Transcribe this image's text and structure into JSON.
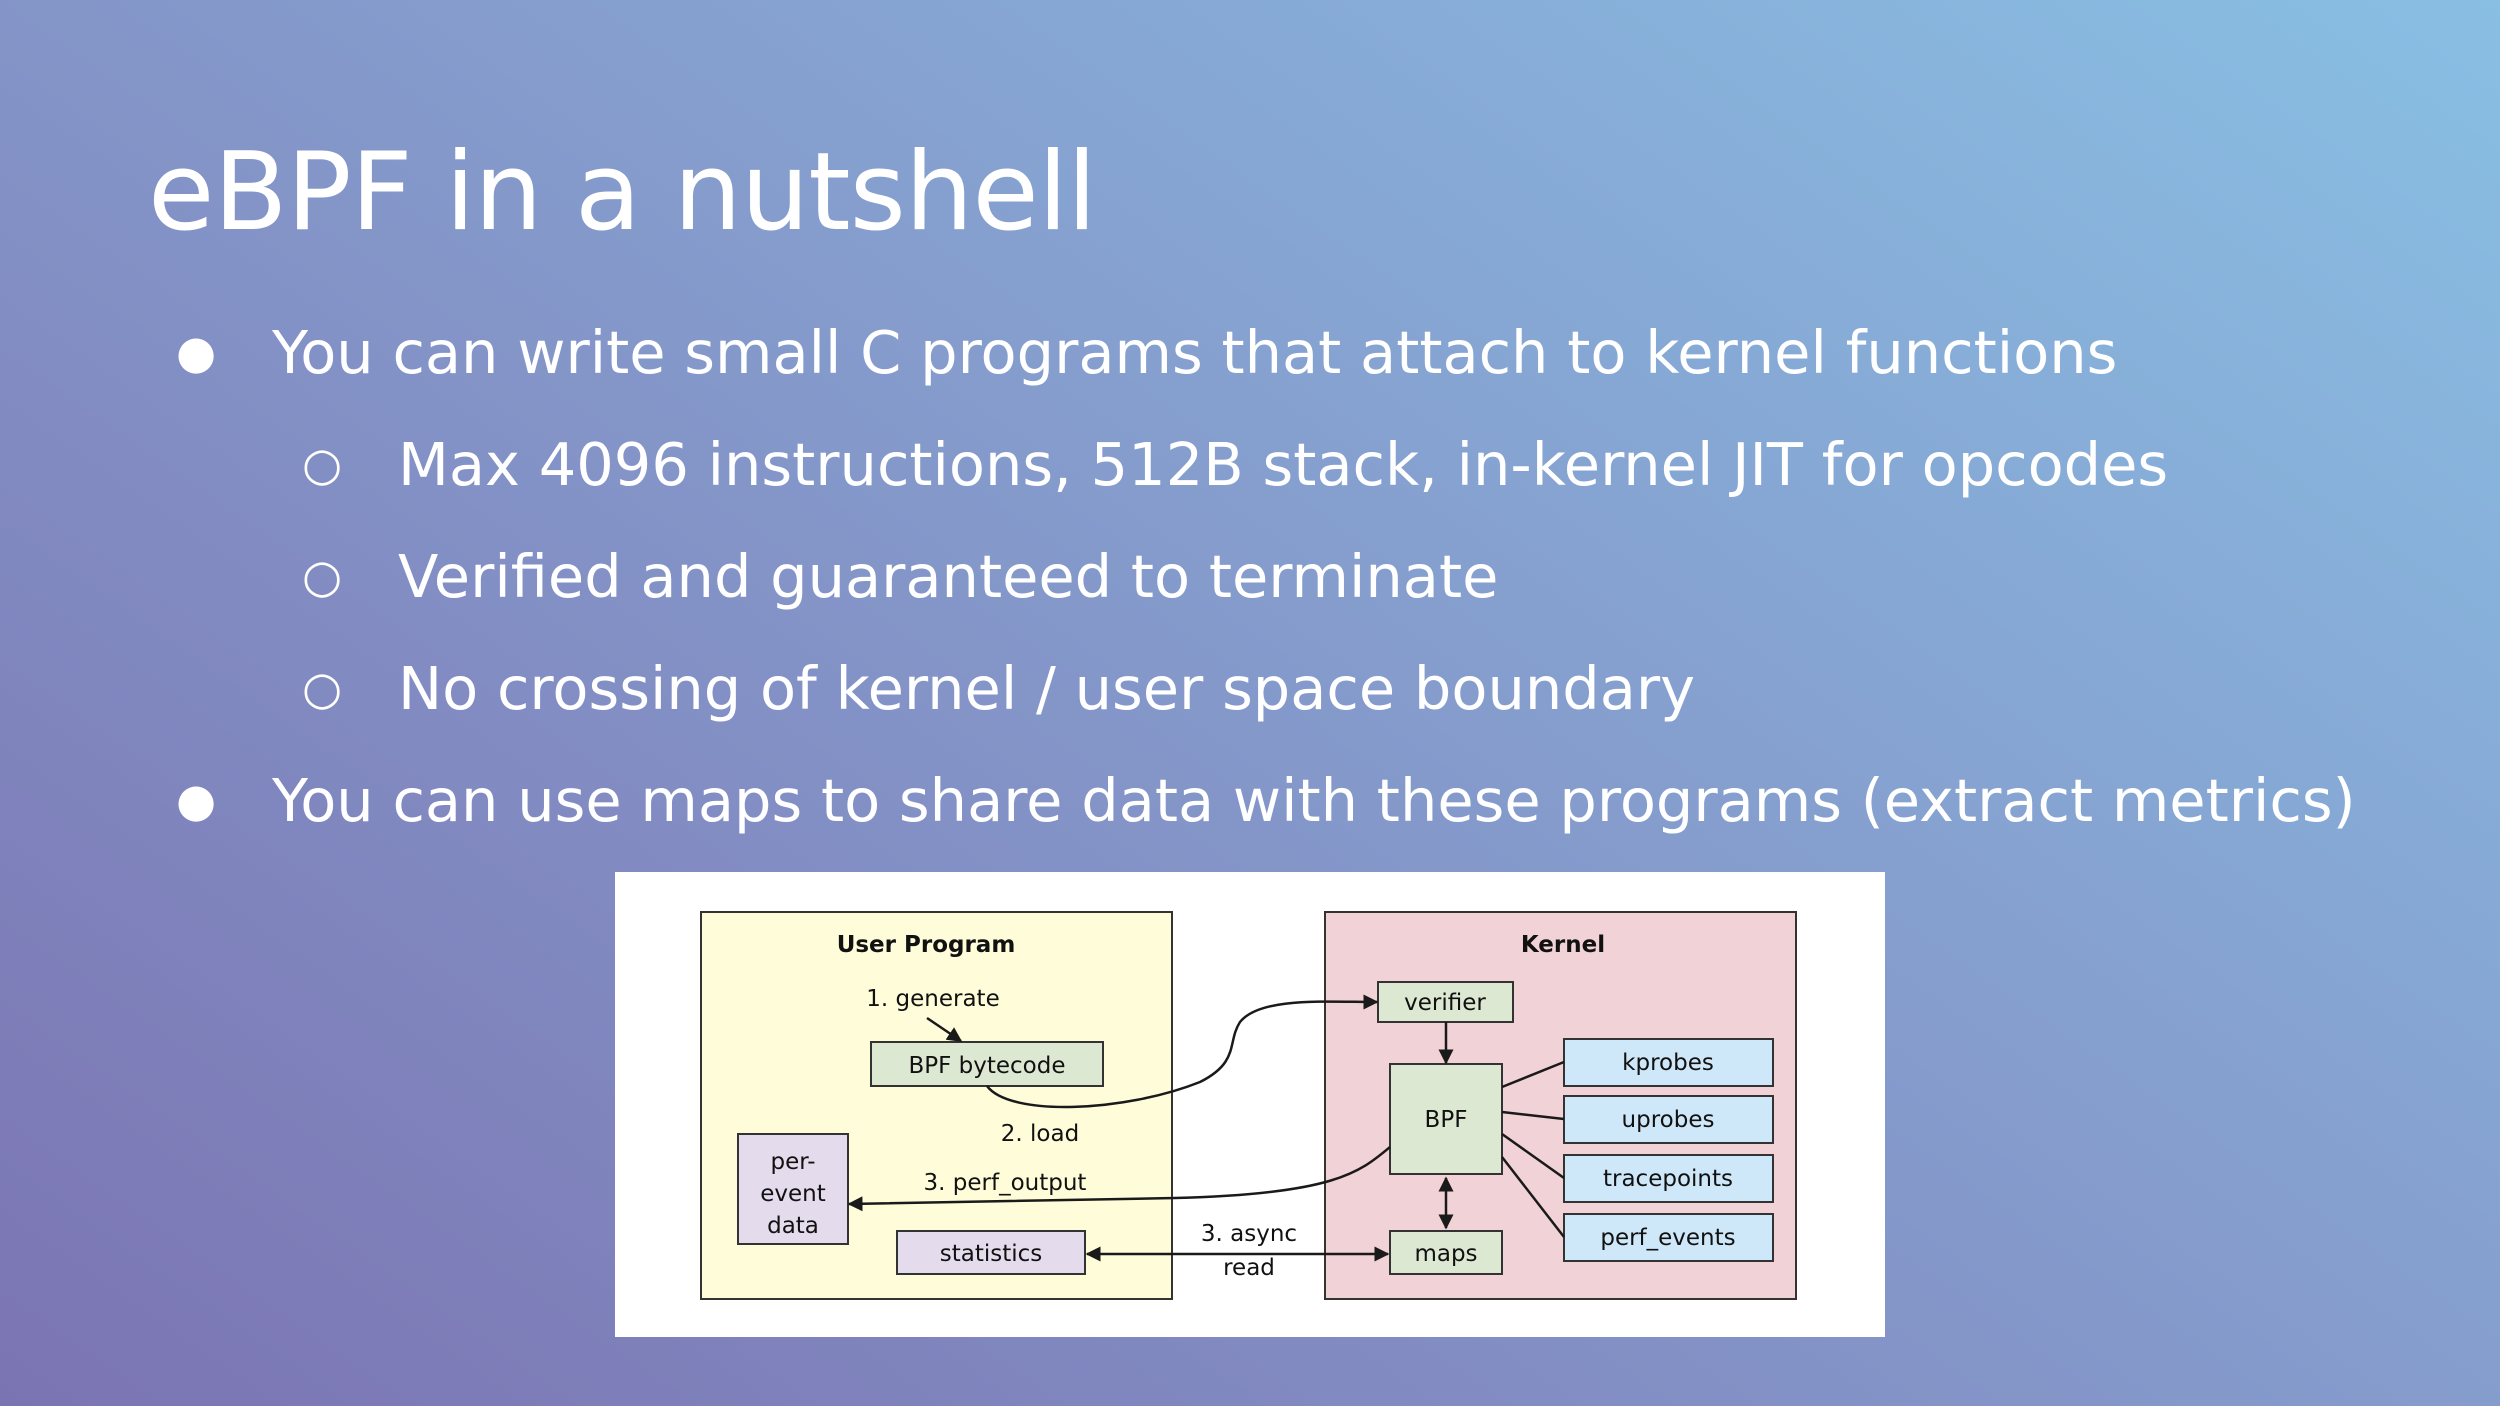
{
  "slide": {
    "title": "eBPF in a nutshell",
    "bullets": [
      {
        "level": 1,
        "text": "You can write small C programs that attach to kernel functions"
      },
      {
        "level": 2,
        "text": "Max 4096 instructions, 512B stack, in-kernel JIT for opcodes"
      },
      {
        "level": 2,
        "text": "Verified and guaranteed to terminate"
      },
      {
        "level": 2,
        "text": "No crossing of kernel / user space boundary"
      },
      {
        "level": 1,
        "text": "You can use maps to share data with these programs (extract metrics)"
      }
    ],
    "markers": {
      "level1": "●",
      "level2": "○"
    }
  },
  "diagram": {
    "user_panel": {
      "title": "User Program",
      "color": "#fefcd9"
    },
    "kernel_panel": {
      "title": "Kernel",
      "color": "#f1d2d6"
    },
    "nodes": {
      "bytecode": "BPF bytecode",
      "per_event_lines": [
        "per-",
        "event",
        "data"
      ],
      "statistics": "statistics",
      "verifier": "verifier",
      "bpf": "BPF",
      "maps": "maps",
      "probes": [
        "kprobes",
        "uprobes",
        "tracepoints",
        "perf_events"
      ]
    },
    "edges": {
      "generate": "1. generate",
      "load": "2. load",
      "perf_output": "3. perf_output",
      "async_read_lines": [
        "3. async",
        "read"
      ]
    },
    "colors": {
      "green": "#dde8d3",
      "lavender": "#e4dced",
      "blue": "#cfe8f9"
    }
  }
}
